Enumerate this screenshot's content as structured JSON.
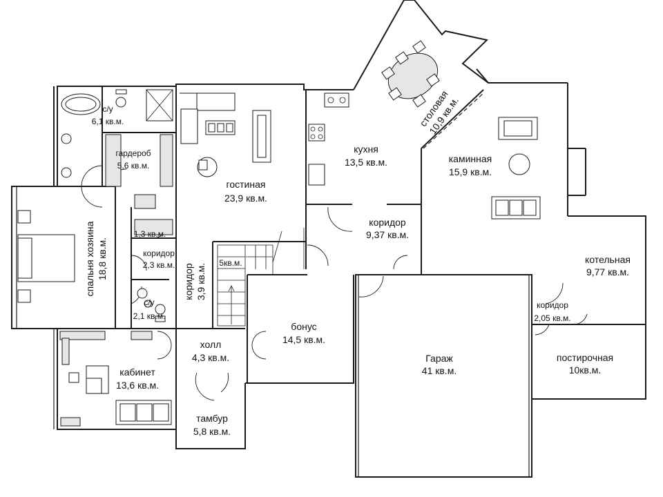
{
  "accent_color": "#1a1a1a",
  "rooms": {
    "su1": {
      "name": "с/у",
      "area": "6,1 кв.м."
    },
    "garderob": {
      "name": "гардероб",
      "area": "5,6 кв.м."
    },
    "gostinaya": {
      "name": "гостиная",
      "area": "23,9 кв.м."
    },
    "kuhnya": {
      "name": "кухня",
      "area": "13,5 кв.м."
    },
    "stolovaya": {
      "name": "столовая",
      "area": "10,9 кв.м."
    },
    "kaminnaya": {
      "name": "каминная",
      "area": "15,9 кв.м."
    },
    "spalnya": {
      "name": "спальня хозяина",
      "area": "18,8 кв.м."
    },
    "closet13": {
      "area": "1,3 кв.м."
    },
    "koridor23": {
      "name": "коридор",
      "area": "2,3 кв.м."
    },
    "su2": {
      "name": "с/у",
      "area": "2,1 кв.м."
    },
    "koridor39": {
      "name": "коридор",
      "area": "3,9 кв.м."
    },
    "stairs": {
      "area": "5кв.м."
    },
    "koridor937": {
      "name": "коридор",
      "area": "9,37 кв.м."
    },
    "kotelnaya": {
      "name": "котельная",
      "area": "9,77 кв.м."
    },
    "koridor205": {
      "name": "коридор",
      "area": "2,05 кв.м."
    },
    "bonus": {
      "name": "бонус",
      "area": "14,5 кв.м."
    },
    "holl": {
      "name": "холл",
      "area": "4,3 кв.м."
    },
    "garazh": {
      "name": "Гараж",
      "area": "41 кв.м."
    },
    "postirochnaya": {
      "name": "постирочная",
      "area": "10кв.м."
    },
    "kabinet": {
      "name": "кабинет",
      "area": "13,6 кв.м."
    },
    "tambur": {
      "name": "тамбур",
      "area": "5,8 кв.м."
    }
  }
}
